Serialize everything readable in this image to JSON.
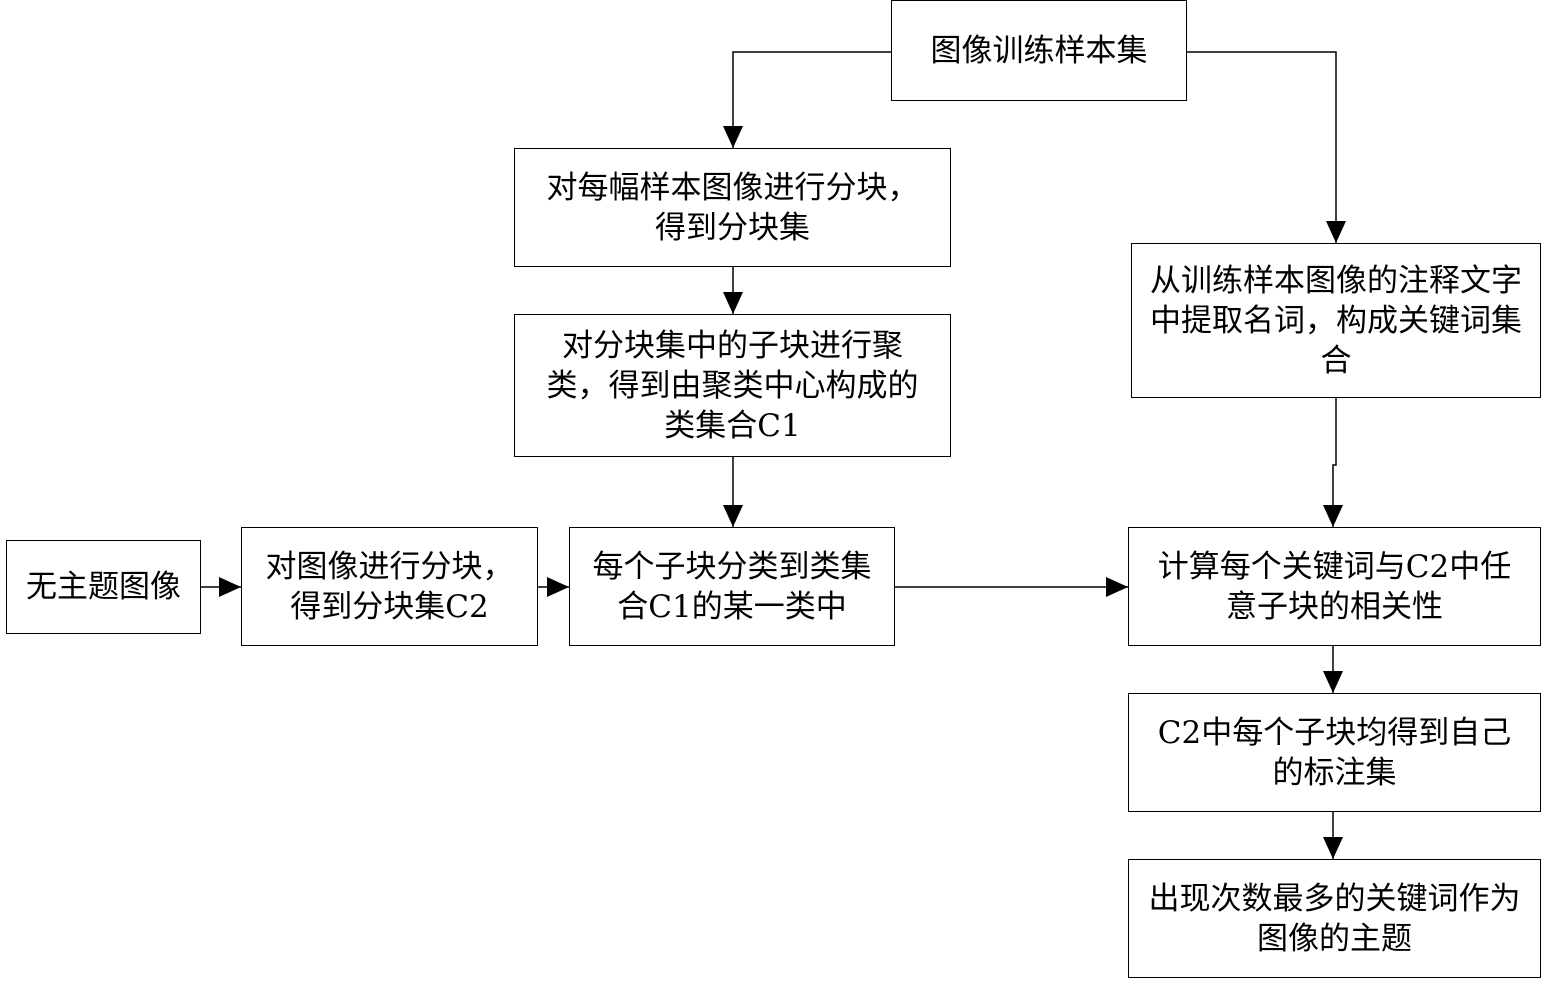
{
  "nodes": {
    "training_set": "图像训练样本集",
    "block_samples": "对每幅样本图像进行分块，得到分块集",
    "cluster_blocks": "对分块集中的子块进行聚类，得到由聚类中心构成的类集合C1",
    "extract_keywords": "从训练样本图像的注释文字中提取名词，构成关键词集合",
    "untitled_image": "无主题图像",
    "block_image": "对图像进行分块，得到分块集C2",
    "classify_blocks": "每个子块分类到类集合C1的某一类中",
    "compute_relevance": "计算每个关键词与C2中任意子块的相关性",
    "annotation_sets": "C2中每个子块均得到自己的标注集",
    "topic_result": "出现次数最多的关键词作为图像的主题"
  }
}
